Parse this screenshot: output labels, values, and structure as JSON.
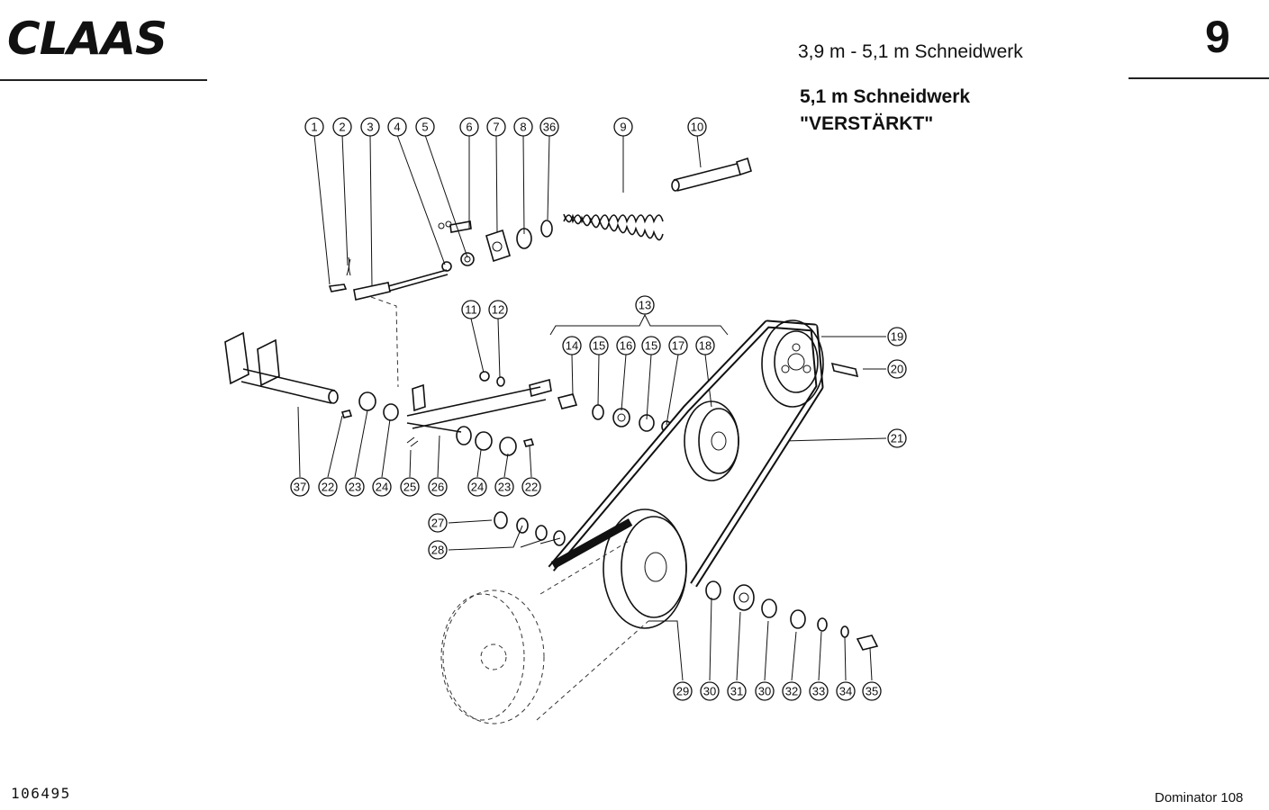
{
  "header": {
    "brand": "CLAAS",
    "page_number": "9",
    "title_line_1": "3,9 m - 5,1 m Schneidwerk",
    "title_line_2": "5,1 m Schneidwerk",
    "title_line_3": "\"VERSTÄRKT\""
  },
  "footer": {
    "drawing_number": "106495",
    "model": "Dominator 108"
  },
  "callouts": {
    "c1": "1",
    "c2": "2",
    "c3": "3",
    "c4": "4",
    "c5": "5",
    "c6": "6",
    "c7": "7",
    "c8": "8",
    "c36": "36",
    "c9": "9",
    "c10": "10",
    "c11": "11",
    "c12": "12",
    "c13": "13",
    "c14": "14",
    "c15a": "15",
    "c16": "16",
    "c15b": "15",
    "c17": "17",
    "c18": "18",
    "c19": "19",
    "c20": "20",
    "c21": "21",
    "c37": "37",
    "c22a": "22",
    "c23a": "23",
    "c24a": "24",
    "c25": "25",
    "c26": "26",
    "c24b": "24",
    "c23b": "23",
    "c22b": "22",
    "c27": "27",
    "c28": "28",
    "c29": "29",
    "c30a": "30",
    "c31": "31",
    "c30b": "30",
    "c32": "32",
    "c33": "33",
    "c34": "34",
    "c35": "35"
  },
  "colors": {
    "ink": "#111111",
    "paper": "#ffffff"
  }
}
